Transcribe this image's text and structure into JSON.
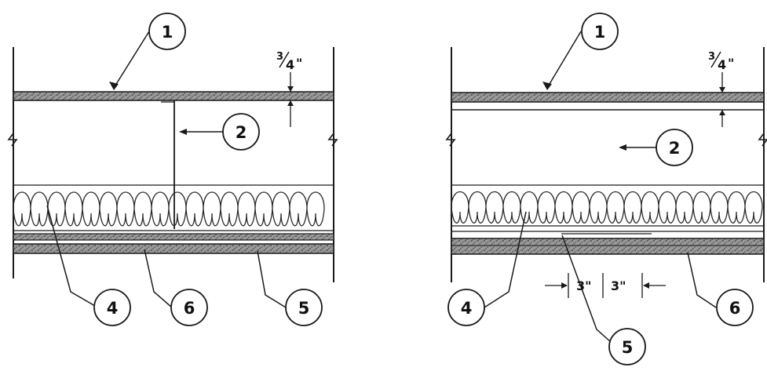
{
  "left_detail": {
    "callouts": [
      {
        "id": "callout-1",
        "label": "1"
      },
      {
        "id": "callout-2",
        "label": "2"
      },
      {
        "id": "callout-4",
        "label": "4"
      },
      {
        "id": "callout-6",
        "label": "6"
      },
      {
        "id": "callout-5",
        "label": "5"
      }
    ],
    "dimension": {
      "whole": "",
      "numerator": "3",
      "denominator": "4",
      "unit": "\""
    }
  },
  "right_detail": {
    "callouts": [
      {
        "id": "callout-1",
        "label": "1"
      },
      {
        "id": "callout-2",
        "label": "2"
      },
      {
        "id": "callout-4",
        "label": "4"
      },
      {
        "id": "callout-5",
        "label": "5"
      },
      {
        "id": "callout-6",
        "label": "6"
      }
    ],
    "dimension": {
      "numerator": "3",
      "denominator": "4",
      "unit": "\""
    },
    "spacing_dims": [
      "3\"",
      "3\""
    ]
  },
  "colors": {
    "line": "#1a1a1a",
    "board_fill": "#8c8c8c",
    "insulation": "#2a2a2a"
  }
}
